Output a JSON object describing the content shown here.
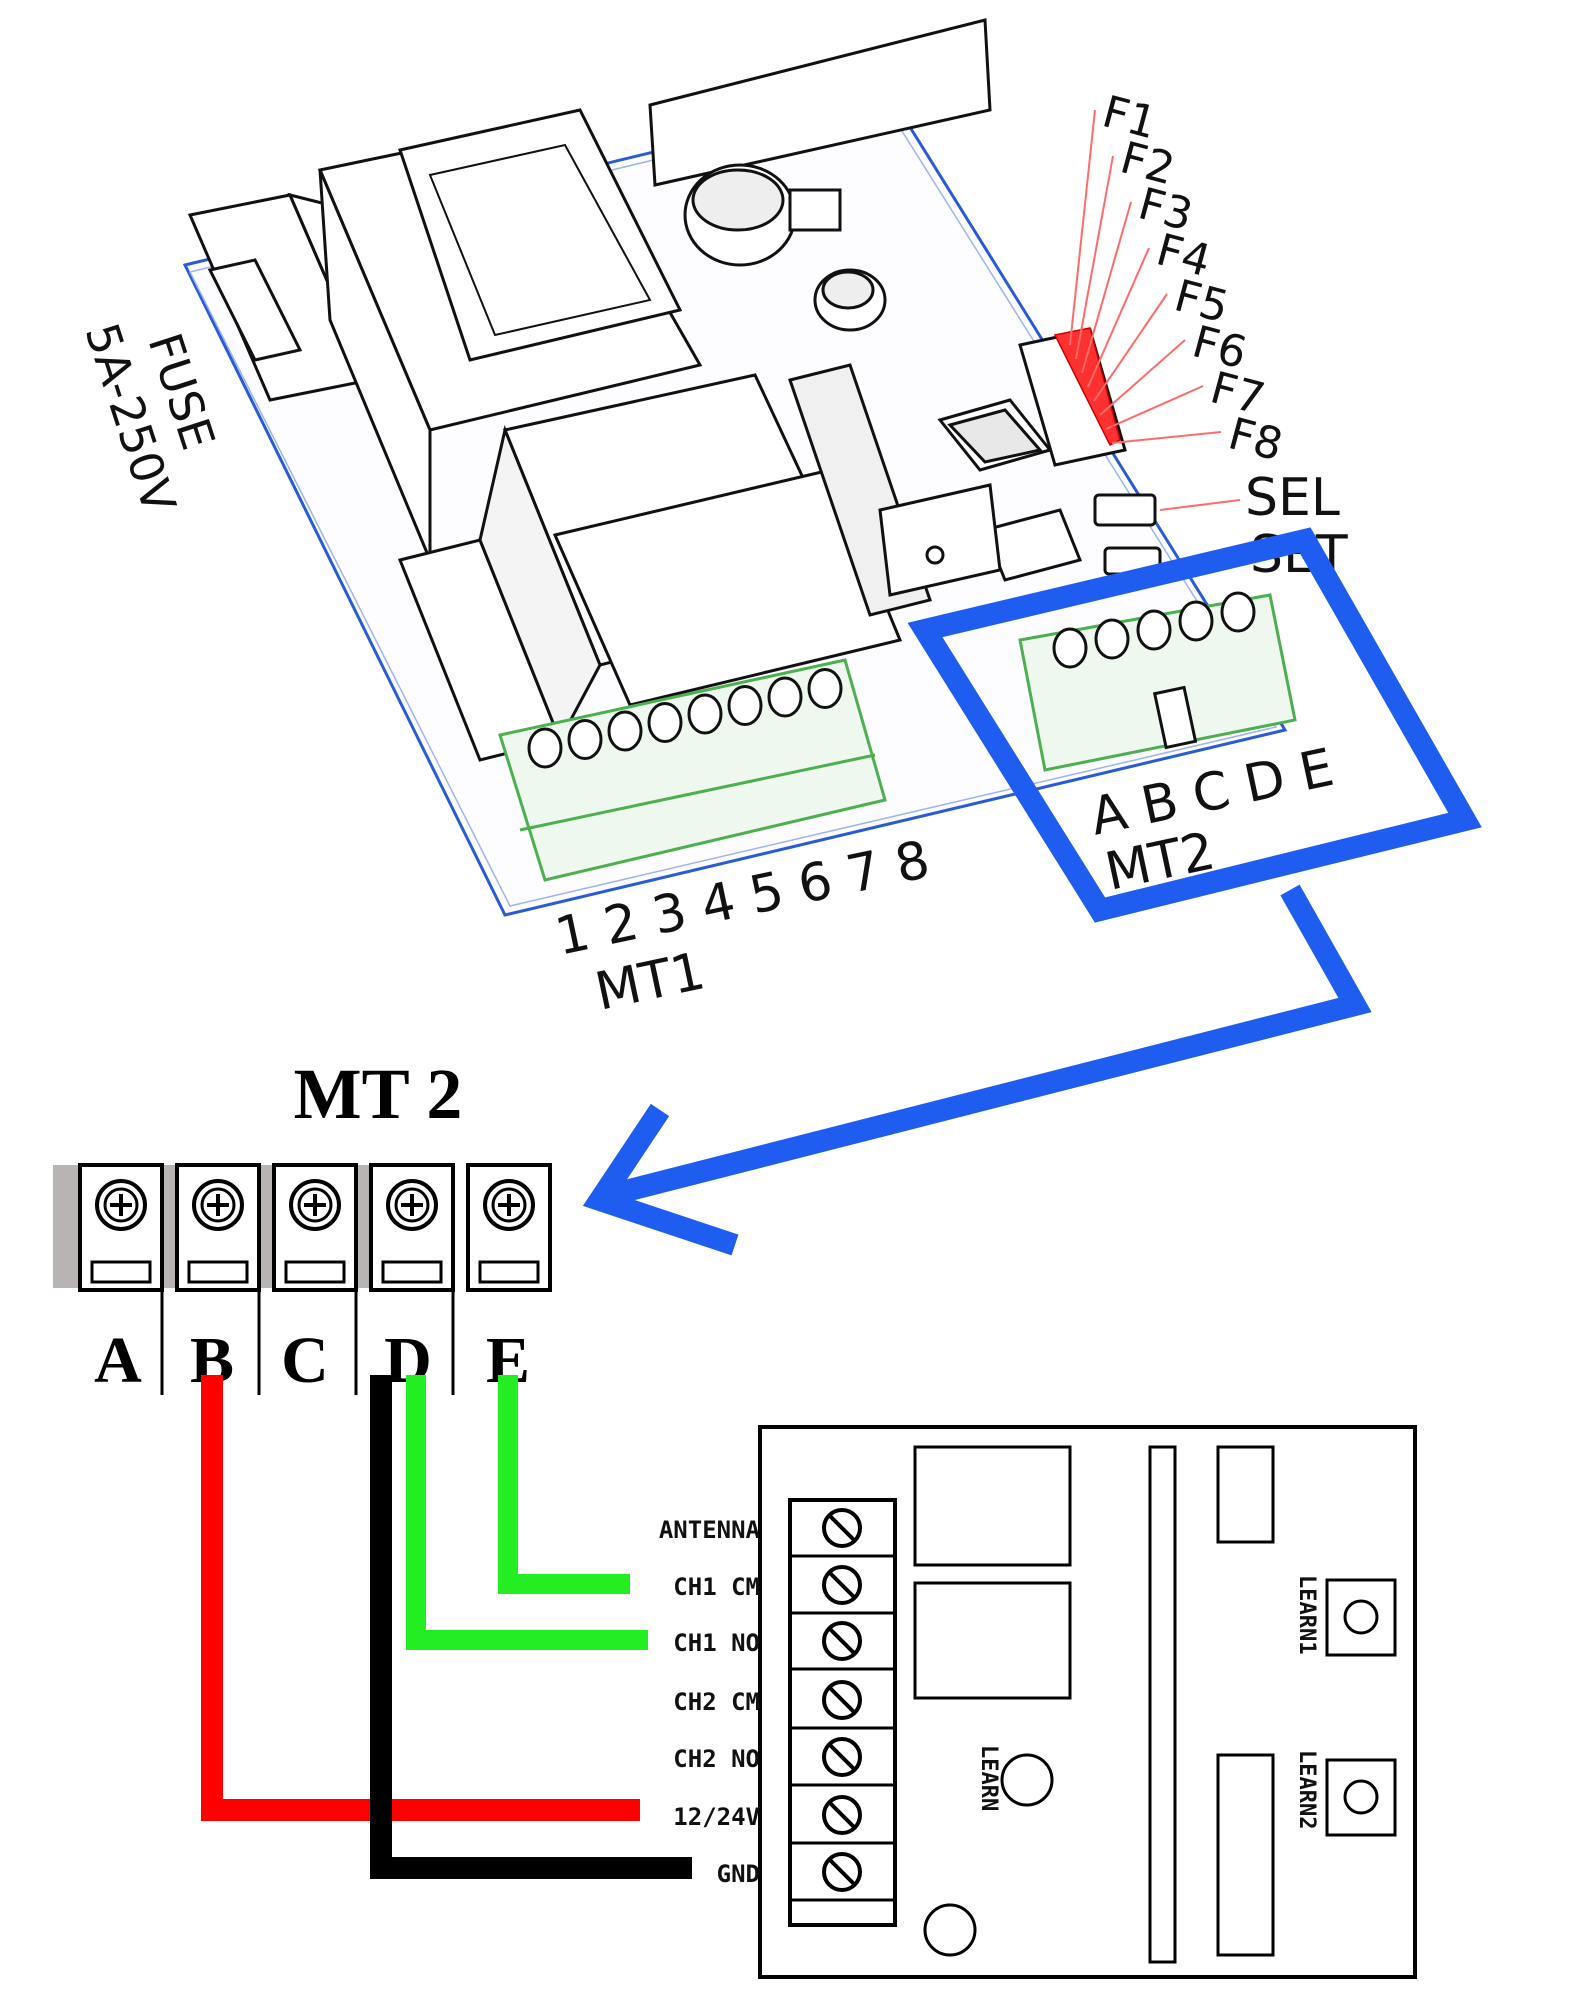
{
  "board": {
    "fuse_label": "FUSE",
    "fuse_rating": "5A-250V",
    "function_labels": [
      "F1",
      "F2",
      "F3",
      "F4",
      "F5",
      "F6",
      "F7",
      "F8"
    ],
    "sel_label": "SEL",
    "set_label": "SET",
    "mt1_numbers": "1 2 3 4 5 6 7 8",
    "mt1_label": "MT1",
    "mt2_letters": "A B C D E",
    "mt2_label": "MT2"
  },
  "terminal_block": {
    "title": "MT 2",
    "terminals": [
      "A",
      "B",
      "C",
      "D",
      "E"
    ]
  },
  "receiver": {
    "pins": [
      "ANTENNA",
      "CH1 CM",
      "CH1 NO",
      "CH2 CM",
      "CH2 NO",
      "12/24V",
      "GND"
    ],
    "learn_label": "LEARN",
    "learn1_label": "LEARN1",
    "learn2_label": "LEARN2"
  },
  "colors": {
    "highlight": "#1f5cf0",
    "wire_power": "#ff0000",
    "wire_ground": "#000000",
    "wire_channel": "#22ee22",
    "led_red": "#ff3030",
    "terminal_green": "#4caf50"
  }
}
